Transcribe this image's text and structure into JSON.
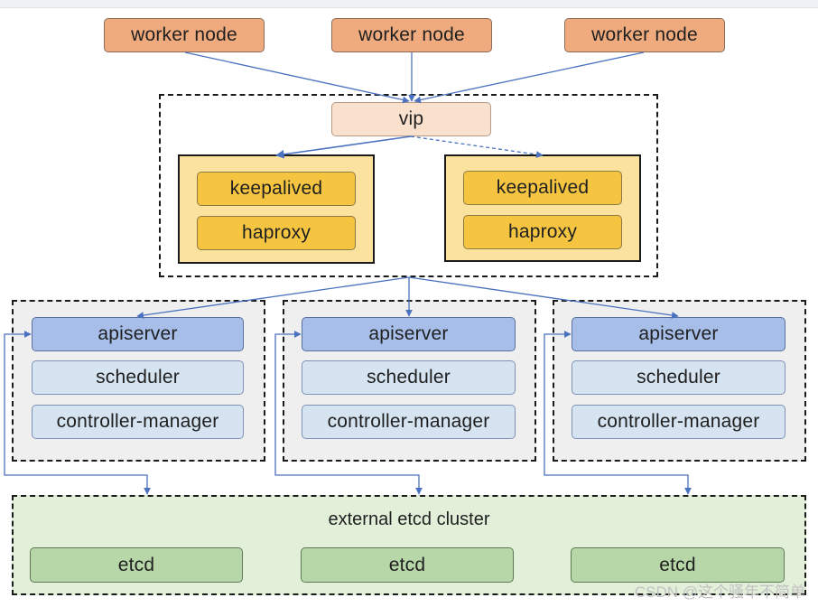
{
  "worker_nodes": [
    {
      "label": "worker node"
    },
    {
      "label": "worker node"
    },
    {
      "label": "worker node"
    }
  ],
  "vip": {
    "label": "vip"
  },
  "load_balancers": [
    {
      "keepalived": "keepalived",
      "haproxy": "haproxy"
    },
    {
      "keepalived": "keepalived",
      "haproxy": "haproxy"
    }
  ],
  "masters": [
    {
      "apiserver": "apiserver",
      "scheduler": "scheduler",
      "controller_manager": "controller-manager"
    },
    {
      "apiserver": "apiserver",
      "scheduler": "scheduler",
      "controller_manager": "controller-manager"
    },
    {
      "apiserver": "apiserver",
      "scheduler": "scheduler",
      "controller_manager": "controller-manager"
    }
  ],
  "etcd_cluster": {
    "label": "external etcd cluster",
    "members": [
      {
        "label": "etcd"
      },
      {
        "label": "etcd"
      },
      {
        "label": "etcd"
      }
    ]
  },
  "watermark": "CSDN @这个骚年不简单",
  "colors": {
    "worker": "#efab7e",
    "vip": "#fae1cd",
    "lb_group": "#fbe29e",
    "lb_item": "#f5c542",
    "apiserver": "#a6bee8",
    "component": "#d6e3f1",
    "master_bg": "#efefef",
    "etcd_cluster_bg": "#e2efd9",
    "etcd": "#b7d7a8",
    "arrow": "#4a72c0"
  }
}
